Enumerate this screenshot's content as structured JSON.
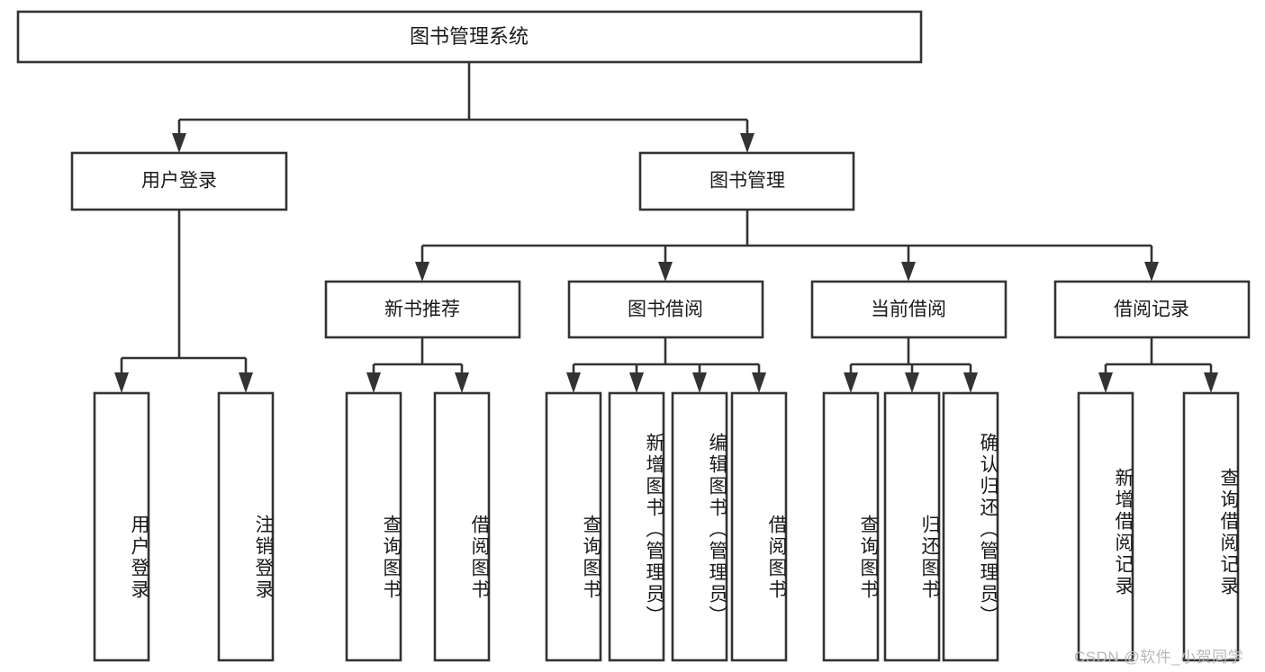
{
  "diagram": {
    "title": "图书管理系统",
    "type": "tree",
    "orientation": "top-down",
    "colors": {
      "stroke": "#333333",
      "box_fill": "#ffffff",
      "text": "#1a1a1a",
      "background": "#ffffff",
      "watermark": "#b8b8b8"
    },
    "root": {
      "label": "图书管理系统"
    },
    "level1": [
      {
        "label": "用户登录"
      },
      {
        "label": "图书管理"
      }
    ],
    "level2": [
      {
        "label": "新书推荐"
      },
      {
        "label": "图书借阅"
      },
      {
        "label": "当前借阅"
      },
      {
        "label": "借阅记录"
      }
    ],
    "leaves": {
      "user_login": [
        "用户登录",
        "注销登录"
      ],
      "new_book_recommend": [
        "查询图书",
        "借阅图书"
      ],
      "book_borrow": [
        "查询图书",
        "新增图书（管理员）",
        "编辑图书（管理员）",
        "借阅图书"
      ],
      "current_borrow": [
        "查询图书",
        "归还图书",
        "确认归还（管理员）"
      ],
      "borrow_record": [
        "新增借阅记录",
        "查询借阅记录"
      ]
    }
  },
  "watermark": {
    "text": "CSDN @软件_小贺同学"
  }
}
